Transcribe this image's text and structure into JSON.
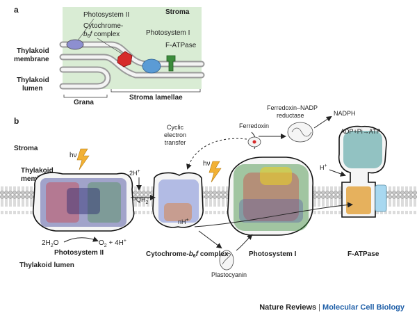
{
  "panel_a": {
    "letter": "a",
    "stroma": "Stroma",
    "thylakoid_membrane": [
      "Thylakoid",
      "membrane"
    ],
    "thylakoid_lumen": [
      "Thylakoid",
      "lumen"
    ],
    "photosystem_ii": "Photosystem II",
    "cytochrome": [
      "Cytochrome-",
      "b",
      "6",
      "f",
      " complex"
    ],
    "photosystem_i": "Photosystem I",
    "f_atpase": "F-ATPase",
    "grana": "Grana",
    "stroma_lamellae": "Stroma lamellae"
  },
  "panel_b": {
    "letter": "b",
    "stroma": "Stroma",
    "thylakoid_membrane": [
      "Thylakoid",
      "membrane"
    ],
    "thylakoid_lumen": "Thylakoid lumen",
    "hv": "hν",
    "two_h": "2H",
    "plus": "+",
    "pqh": "PQH",
    "sub2": "2",
    "two_h2o": [
      "2H",
      "2",
      "O"
    ],
    "o2": [
      "O",
      "2",
      " + 4H",
      "+"
    ],
    "nh": "nH",
    "h_plus": "H",
    "cyclic": [
      "Cyclic",
      "electron",
      "transfer"
    ],
    "ferredoxin": "Ferredoxin",
    "fnr": [
      "Ferredoxin–NADP",
      "reductase"
    ],
    "nadph": "NADPH",
    "adp": "ADP+Pi→ATP",
    "plastocyanin": "Plastocyanin",
    "psii": "Photosystem II",
    "cyt": [
      "Cytochrome-",
      "b",
      "6",
      "f",
      " complex"
    ],
    "psi": "Photosystem I",
    "fatpase": "F-ATPase"
  },
  "footer": {
    "publisher": "Nature Reviews",
    "separator": "|",
    "journal": "Molecular Cell Biology"
  },
  "colors": {
    "panel_bg": "#d9ecd4",
    "membrane": "#bdbdbd",
    "protein_red": "#d62b2b",
    "protein_blue": "#5b9bd5",
    "protein_green": "#3c8c3c",
    "protein_purple": "#8d8fd0",
    "lightning": "#f2b134"
  }
}
